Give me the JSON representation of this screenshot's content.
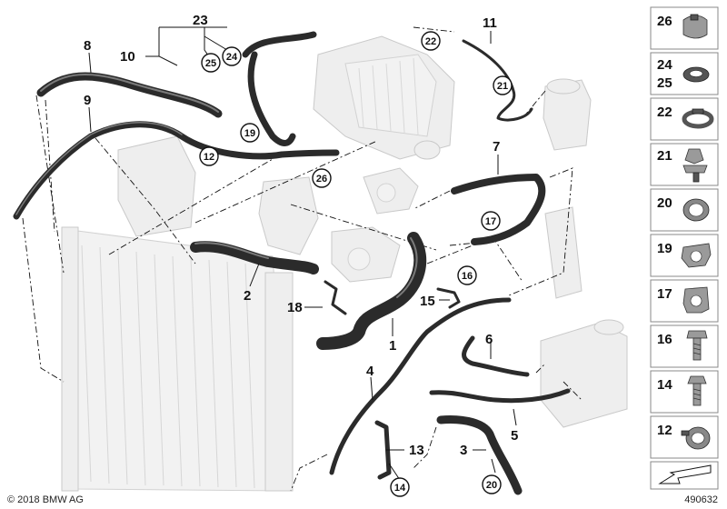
{
  "diagram": {
    "callouts": {
      "c1": "1",
      "c2": "2",
      "c3": "3",
      "c4": "4",
      "c5": "5",
      "c6": "6",
      "c7": "7",
      "c8": "8",
      "c9": "9",
      "c10": "10",
      "c11": "11",
      "c13": "13",
      "c15": "15",
      "c18": "18",
      "c23": "23"
    },
    "circled": {
      "c12": "12",
      "c14": "14",
      "c16": "16",
      "c17": "17",
      "c19": "19",
      "c20": "20",
      "c21": "21",
      "c22": "22",
      "c24": "24",
      "c25": "25",
      "c26": "26"
    },
    "legend": [
      {
        "num": "26",
        "icon": "hose-clamp-icon"
      },
      {
        "num": "24",
        "num2": "25",
        "icon": "seal-ring-icon"
      },
      {
        "num": "22",
        "icon": "band-clamp-icon"
      },
      {
        "num": "21",
        "icon": "expanding-rivet-icon"
      },
      {
        "num": "20",
        "icon": "spring-clamp-icon"
      },
      {
        "num": "19",
        "icon": "hose-clip-icon"
      },
      {
        "num": "17",
        "icon": "bracket-clip-icon"
      },
      {
        "num": "16",
        "icon": "collar-screw-icon"
      },
      {
        "num": "14",
        "icon": "hex-screw-icon"
      },
      {
        "num": "12",
        "icon": "wire-clamp-icon"
      }
    ],
    "footer": {
      "copyright": "© 2018 BMW AG",
      "diagram_number": "490632"
    },
    "colors": {
      "hose": "#2b2b2b",
      "ghost_parts": "#eeeeee",
      "line": "#111111"
    }
  }
}
